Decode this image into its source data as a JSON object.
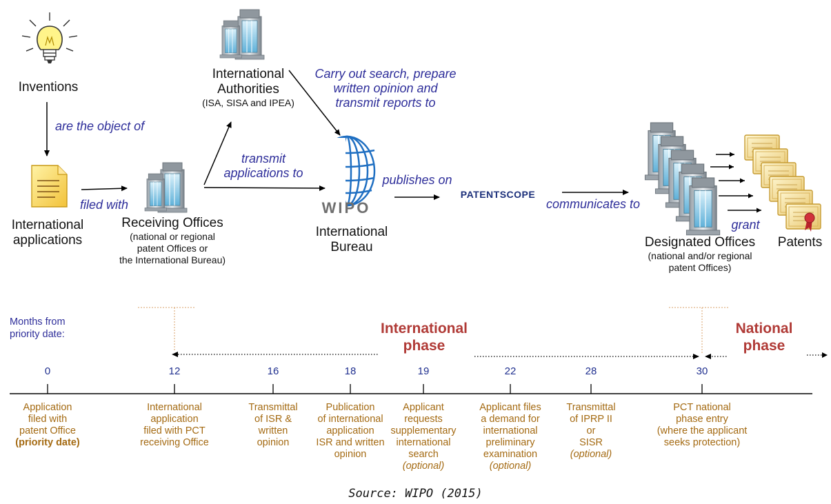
{
  "flow": {
    "inventions": "Inventions",
    "are_object_of": "are the object of",
    "intl_apps_line1": "International",
    "intl_apps_line2": "applications",
    "filed_with": "filed with",
    "ro_title": "Receiving Offices",
    "ro_sub1": "(national or regional",
    "ro_sub2": "patent Offices or",
    "ro_sub3": "the International Bureau)",
    "ia_line1": "International",
    "ia_line2": "Authorities",
    "ia_sub": "(ISA, SISA and IPEA)",
    "carry_line1": "Carry out search, prepare",
    "carry_line2": "written opinion and",
    "carry_line3": "transmit reports to",
    "transmit_line1": "transmit",
    "transmit_line2": "applications to",
    "wipo_logo": "WIPO",
    "ib_line1": "International",
    "ib_line2": "Bureau",
    "publishes_on": "publishes on",
    "patentscope": "PATENTSCOPE",
    "communicates_to": "communicates to",
    "grant": "grant",
    "do_title": "Designated Offices",
    "do_sub1": "(national and/or regional",
    "do_sub2": "patent Offices)",
    "patents": "Patents"
  },
  "timeline": {
    "months_label_line1": "Months from",
    "months_label_line2": "priority date:",
    "intl_phase_line1": "International",
    "intl_phase_line2": "phase",
    "natl_phase_line1": "National",
    "natl_phase_line2": "phase",
    "ticks": [
      {
        "month": "0",
        "lines": [
          "Application",
          "filed with",
          "patent Office"
        ],
        "bold": "(priority date)"
      },
      {
        "month": "12",
        "lines": [
          "International",
          "application",
          "filed with PCT",
          "receiving Office"
        ]
      },
      {
        "month": "16",
        "lines": [
          "Transmittal",
          "of ISR &",
          "written",
          "opinion"
        ]
      },
      {
        "month": "18",
        "lines": [
          "Publication",
          "of international",
          "application",
          "ISR and written",
          "opinion"
        ]
      },
      {
        "month": "19",
        "lines": [
          "Applicant",
          "requests",
          "supplementary",
          "international",
          "search"
        ],
        "optional": "(optional)"
      },
      {
        "month": "22",
        "lines": [
          "Applicant files",
          "a demand for",
          "international",
          "preliminary",
          "examination"
        ],
        "optional": "(optional)"
      },
      {
        "month": "28",
        "lines": [
          "Transmittal",
          "of IPRP II",
          "or",
          "SISR"
        ],
        "optional": "(optional)"
      },
      {
        "month": "30",
        "lines": [
          "PCT national",
          "phase entry",
          "(where the applicant",
          "seeks protection)"
        ]
      }
    ]
  },
  "source": "Source: WIPO (2015)",
  "colors": {
    "flow_italic": "#2e2e9a",
    "phase_title": "#b03a36",
    "timeline_desc": "#a46a12",
    "month_number": "#1f2f8f",
    "patentscope": "#1b2f7a"
  },
  "icons": [
    "lightbulb-icon",
    "document-icon",
    "building-icon",
    "wipo-globe-icon",
    "certificate-icon",
    "ribbon-seal-icon"
  ]
}
